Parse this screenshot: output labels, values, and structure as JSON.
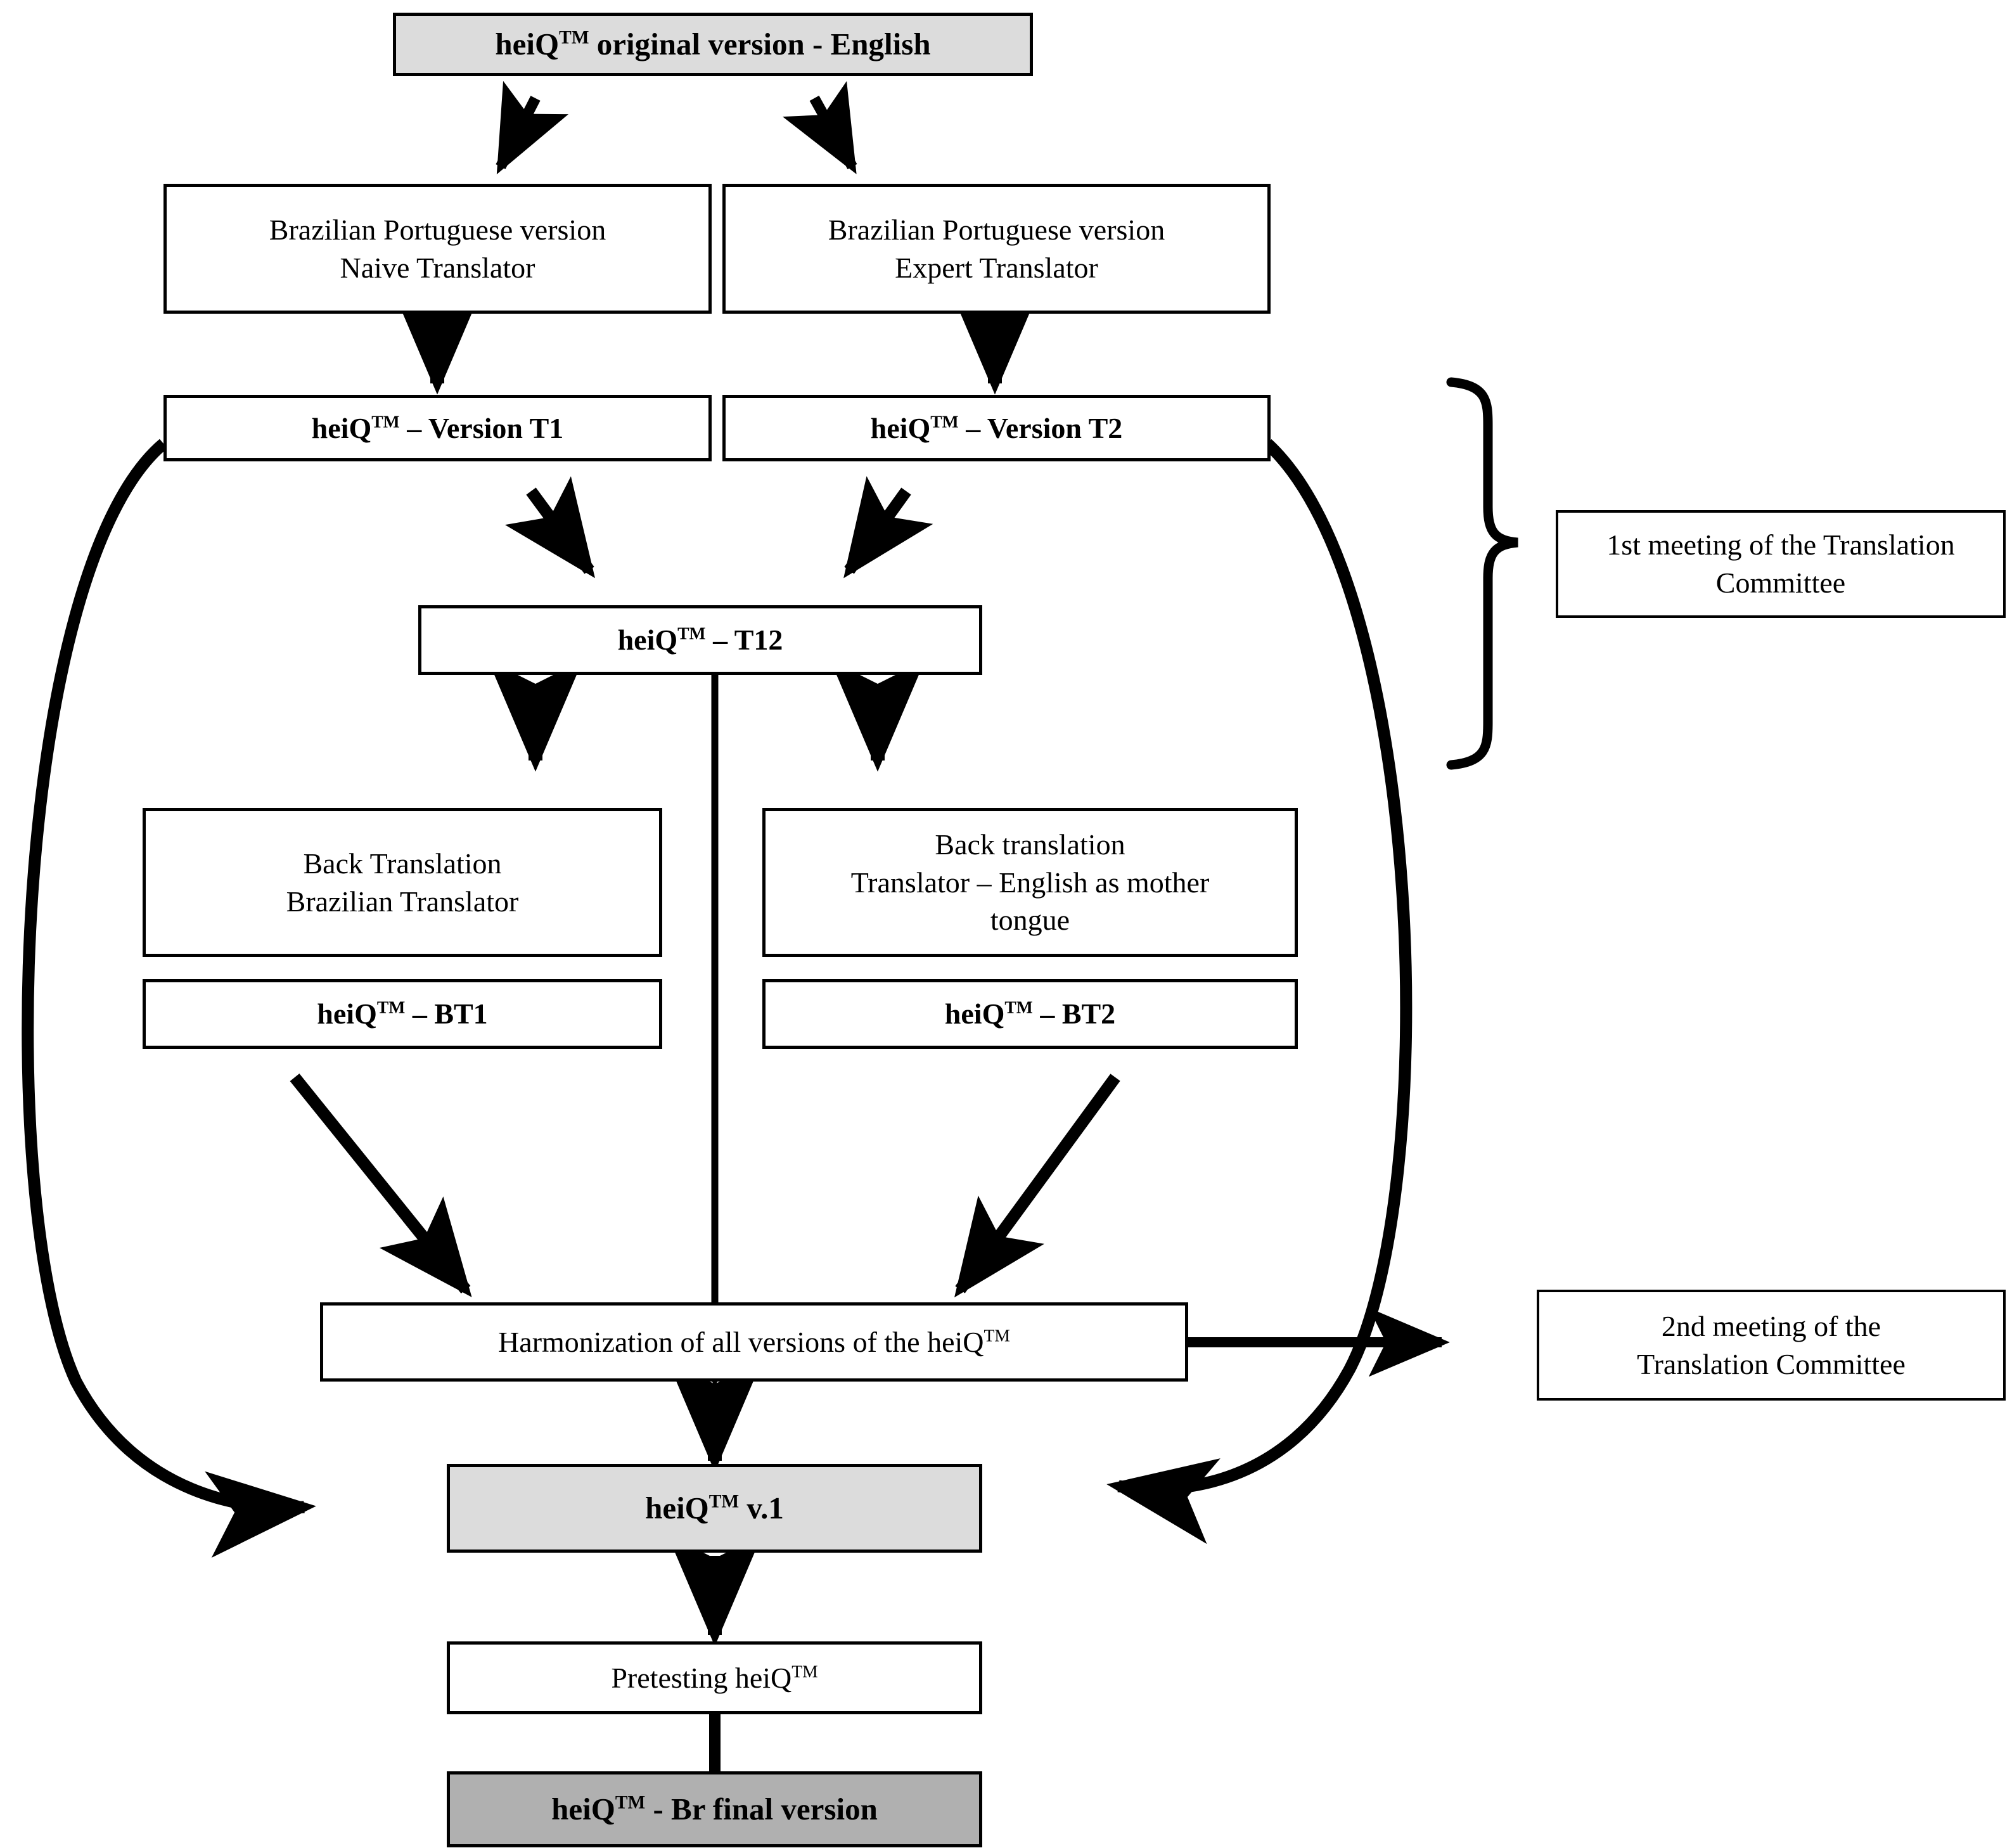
{
  "diagram": {
    "title": "heiQ Brazilian Portuguese translation process flowchart",
    "colors": {
      "stroke": "#000000",
      "node_fill_default": "#ffffff",
      "node_fill_light_gray": "#dcdcdc",
      "node_fill_dark_gray": "#b0b0b0",
      "background": "#ffffff"
    },
    "nodes": {
      "original": {
        "text_before": "heiQ",
        "sup": "TM",
        "text_after": " original version - English"
      },
      "naive_translator": {
        "line1": "Brazilian Portuguese version",
        "line2": "Naive Translator"
      },
      "expert_translator": {
        "line1": "Brazilian Portuguese version",
        "line2": "Expert Translator"
      },
      "version_t1": {
        "text_before": "heiQ",
        "sup": "TM",
        "text_after": " – Version T1"
      },
      "version_t2": {
        "text_before": "heiQ",
        "sup": "TM",
        "text_after": " – Version T2"
      },
      "t12": {
        "text_before": "heiQ",
        "sup": "TM",
        "text_after": " – T12"
      },
      "back_translation_br": {
        "line1": "Back Translation",
        "line2": "Brazilian Translator"
      },
      "back_translation_en": {
        "line1": "Back translation",
        "line2": "Translator – English as mother",
        "line3": "tongue"
      },
      "bt1": {
        "text_before": "heiQ",
        "sup": "TM",
        "text_after": " – BT1"
      },
      "bt2": {
        "text_before": "heiQ",
        "sup": "TM",
        "text_after": " – BT2"
      },
      "harmonization": {
        "text_before": "Harmonization of all versions of the heiQ",
        "sup": "TM",
        "text_after": ""
      },
      "version_v1": {
        "text_before": "heiQ",
        "sup": "TM",
        "text_after": " v.1"
      },
      "pretesting": {
        "text_before": "Pretesting heiQ",
        "sup": "TM",
        "text_after": ""
      },
      "final_version": {
        "text_before": "heiQ",
        "sup": "TM",
        "text_after": " - Br final version"
      },
      "meeting_1": {
        "line1": "1st meeting of the Translation",
        "line2": "Committee"
      },
      "meeting_2": {
        "line1": "2nd meeting of the",
        "line2": "Translation Committee"
      }
    },
    "edges": [
      {
        "name": "original-to-naive",
        "type": "straight-arrow"
      },
      {
        "name": "original-to-expert",
        "type": "straight-arrow"
      },
      {
        "name": "naive-to-t1",
        "type": "straight-arrow"
      },
      {
        "name": "expert-to-t2",
        "type": "straight-arrow"
      },
      {
        "name": "t1-to-t12",
        "type": "straight-arrow"
      },
      {
        "name": "t2-to-t12",
        "type": "straight-arrow"
      },
      {
        "name": "t12-to-back-translation-br",
        "type": "straight-arrow"
      },
      {
        "name": "t12-to-back-translation-en",
        "type": "straight-arrow"
      },
      {
        "name": "t12-to-harmonization",
        "type": "straight-arrow"
      },
      {
        "name": "bt1-to-harmonization",
        "type": "straight-arrow"
      },
      {
        "name": "bt2-to-harmonization",
        "type": "straight-arrow"
      },
      {
        "name": "harmonization-to-meeting-2",
        "type": "straight-arrow"
      },
      {
        "name": "harmonization-to-v1",
        "type": "straight-arrow"
      },
      {
        "name": "v1-to-pretesting",
        "type": "straight-arrow"
      },
      {
        "name": "pretesting-to-final",
        "type": "connector-line"
      },
      {
        "name": "t1-loop-to-v1",
        "type": "curved-arrow"
      },
      {
        "name": "t2-loop-to-v1",
        "type": "curved-arrow"
      },
      {
        "name": "brace-to-meeting-1",
        "type": "curly-brace"
      }
    ]
  }
}
